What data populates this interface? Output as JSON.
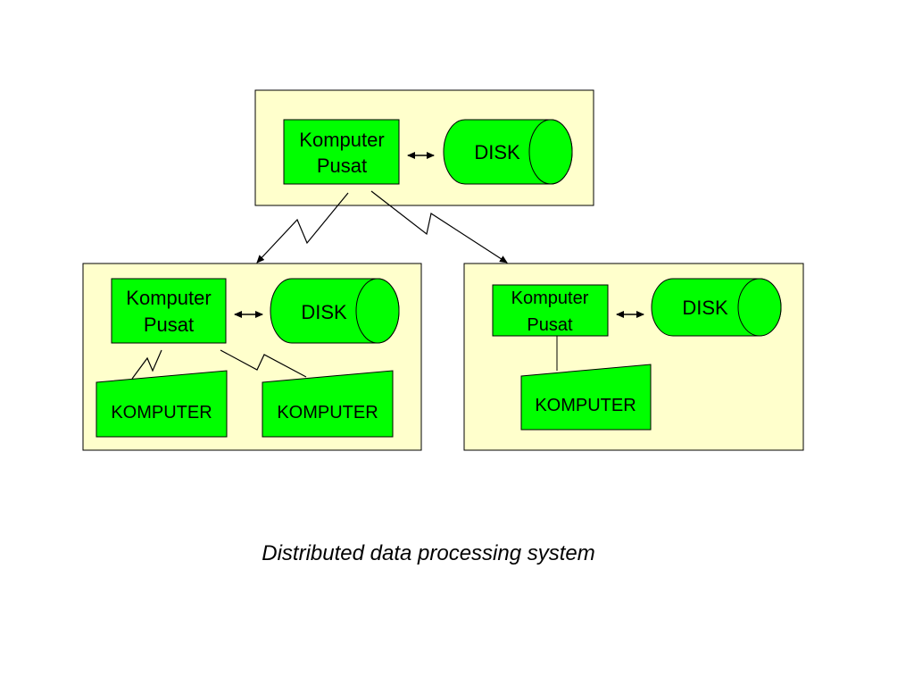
{
  "colors": {
    "panel_fill": "#ffffcc",
    "node_fill": "#00ff00",
    "stroke": "#000000"
  },
  "top_site": {
    "host": {
      "line1": "Komputer",
      "line2": "Pusat"
    },
    "disk": "DISK"
  },
  "left_site": {
    "host": {
      "line1": "Komputer",
      "line2": "Pusat"
    },
    "disk": "DISK",
    "terminals": [
      "KOMPUTER",
      "KOMPUTER"
    ]
  },
  "right_site": {
    "host": {
      "line1": "Komputer",
      "line2": "Pusat"
    },
    "disk": "DISK",
    "terminals": [
      "KOMPUTER"
    ]
  },
  "caption": "Distributed data processing system"
}
